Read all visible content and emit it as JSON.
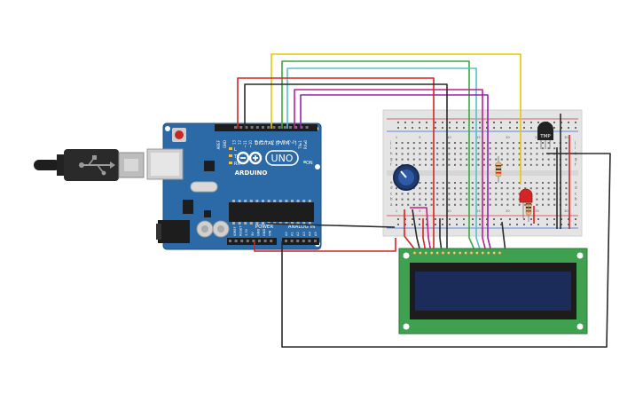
{
  "arduino": {
    "brand": "ARDUINO",
    "model": "UNO",
    "digital_label": "DIGITAL (PWM ~)",
    "power_label": "POWER",
    "analog_label": "ANALOG IN",
    "on_label": "ON",
    "tx_label": "TX",
    "rx_label": "RX",
    "l_label": "L",
    "aref_label": "AREF",
    "gnd_label": "GND",
    "digital_pins": [
      "13",
      "12",
      "~11",
      "~10",
      "~9",
      "8",
      "7",
      "~6",
      "~5",
      "4",
      "~3",
      "2",
      "TX▸1",
      "RX◂0"
    ],
    "power_pins": [
      "IOREF",
      "RESET",
      "3.3V",
      "5V",
      "GND",
      "GND",
      "VIN"
    ],
    "analog_pins": [
      "A0",
      "A1",
      "A2",
      "A3",
      "A4",
      "A5"
    ]
  },
  "sensor": {
    "label": "TMP"
  },
  "breadboard": {
    "row_letters_top": [
      "j",
      "i",
      "h",
      "g",
      "f"
    ],
    "row_letters_bottom": [
      "e",
      "d",
      "c",
      "b",
      "a"
    ],
    "column_numbers": [
      "1",
      "5",
      "10",
      "15",
      "20",
      "25",
      "30"
    ]
  },
  "lcd": {
    "pins_count": 16
  },
  "colors": {
    "board_blue": "#2b6aa6",
    "lcd_green": "#3fa050",
    "lcd_screen": "#1b2b5a",
    "wire_red": "#d42424",
    "wire_black": "#2a2a2a",
    "wire_yellow": "#e8c800",
    "wire_green": "#3aaa3a",
    "wire_cyan": "#56c0c8",
    "wire_magenta": "#c0208a",
    "wire_purple": "#9a20b0"
  }
}
